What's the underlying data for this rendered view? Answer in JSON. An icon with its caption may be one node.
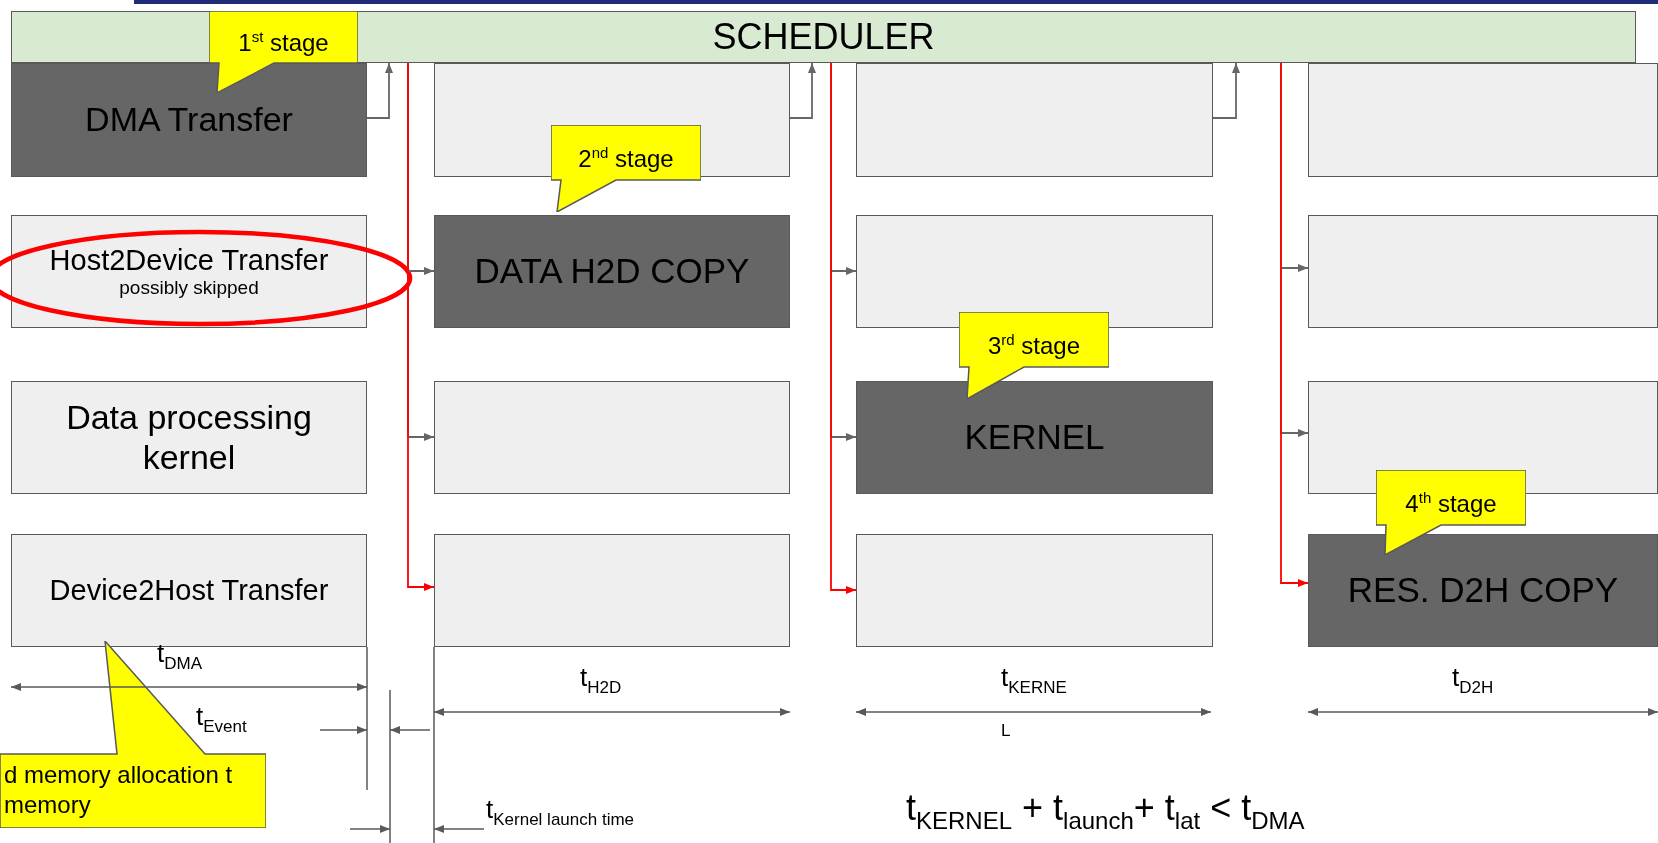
{
  "diagram": {
    "nodes": [
      {
        "text": [
          "SCHEDULER"
        ]
      },
      {
        "text": [
          "DMA Transfer"
        ]
      },
      {
        "text": [
          "Host2Device Transfer",
          "possibly skipped"
        ]
      },
      {
        "text": [
          "Data processing kernel"
        ]
      },
      {
        "text": [
          "Device2Host Transfer"
        ]
      },
      {
        "text": [],
        "shape": "box"
      },
      {
        "text": [
          "DATA H2D COPY"
        ]
      },
      {
        "text": [],
        "shape": "box"
      },
      {
        "text": [],
        "shape": "box"
      },
      {
        "text": [],
        "shape": "box"
      },
      {
        "text": [],
        "shape": "box"
      },
      {
        "text": [
          "KERNEL"
        ]
      },
      {
        "text": [],
        "shape": "box"
      },
      {
        "text": [],
        "shape": "box"
      },
      {
        "text": [],
        "shape": "box"
      },
      {
        "text": [],
        "shape": "box"
      },
      {
        "text": [
          "RES. D2H COPY"
        ]
      },
      {
        "text": [
          "1$^{st}$ stage"
        ]
      },
      {
        "text": [
          "2$^{nd}$ stage"
        ]
      },
      {
        "text": [
          "3$^{rd}$ stage"
        ]
      },
      {
        "text": [
          "4$^{th}$ stage"
        ]
      },
      {
        "text": [
          "d memory allocation t memory"
        ]
      }
    ],
    "edges": [
      {
        "from": 1,
        "to": 0,
        "arrow": "to"
      },
      {
        "from": 5,
        "to": 0,
        "arrow": "to"
      },
      {
        "from": 9,
        "to": 0,
        "arrow": "to"
      },
      {
        "from": 0,
        "to": 6,
        "arrow": "to"
      },
      {
        "from": 0,
        "to": 7,
        "arrow": "to"
      },
      {
        "from": 0,
        "to": 8,
        "arrow": "to",
        "color": "#ff0000"
      },
      {
        "from": 0,
        "to": 10,
        "arrow": "to"
      },
      {
        "from": 0,
        "to": 11,
        "arrow": "to"
      },
      {
        "from": 0,
        "to": 12,
        "arrow": "to",
        "color": "#ff0000"
      },
      {
        "from": 0,
        "to": 14,
        "arrow": "to"
      },
      {
        "from": 0,
        "to": 15,
        "arrow": "to"
      },
      {
        "from": 0,
        "to": 16,
        "arrow": "to",
        "color": "#ff0000"
      }
    ],
    "labels": [
      "t$_{DMA}$",
      "t$_{Event}$",
      "t$_{H2D}$",
      "t$_{KERNE}$",
      "L",
      "t$_{D2H}$",
      "t$_{Kernel launch time}$",
      "t$_{KERNEL}$ + t$_{launch}$+ t$_{lat}$ < t$_{DMA}$"
    ]
  }
}
